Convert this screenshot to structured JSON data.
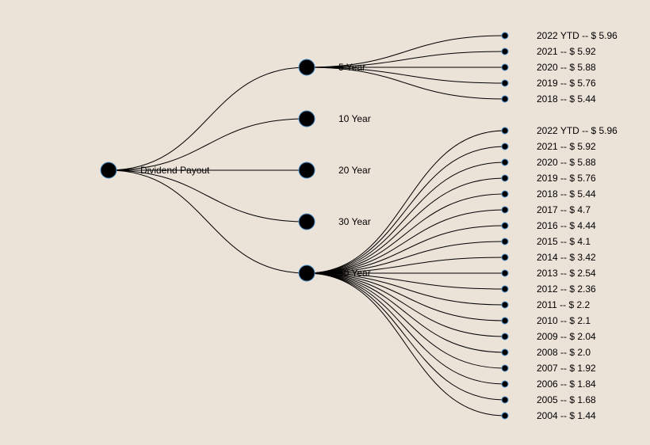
{
  "colors": {
    "background": "#ebe2d8",
    "node_fill": "#000000",
    "node_stroke": "#4a90c8",
    "link": "#000000"
  },
  "tree": {
    "name": "Dividend Payout",
    "children": [
      {
        "name": "5 Year",
        "children": [
          {
            "name": "2022 YTD -- $ 5.96"
          },
          {
            "name": "2021 -- $ 5.92"
          },
          {
            "name": "2020 -- $ 5.88"
          },
          {
            "name": "2019 -- $ 5.76"
          },
          {
            "name": "2018 -- $ 5.44"
          }
        ]
      },
      {
        "name": "10 Year",
        "children": []
      },
      {
        "name": "20 Year",
        "children": []
      },
      {
        "name": "30 Year",
        "children": []
      },
      {
        "name": "50 Year",
        "children": [
          {
            "name": "2022 YTD -- $ 5.96"
          },
          {
            "name": "2021 -- $ 5.92"
          },
          {
            "name": "2020 -- $ 5.88"
          },
          {
            "name": "2019 -- $ 5.76"
          },
          {
            "name": "2018 -- $ 5.44"
          },
          {
            "name": "2017 -- $ 4.7"
          },
          {
            "name": "2016 -- $ 4.44"
          },
          {
            "name": "2015 -- $ 4.1"
          },
          {
            "name": "2014 -- $ 3.42"
          },
          {
            "name": "2013 -- $ 2.54"
          },
          {
            "name": "2012 -- $ 2.36"
          },
          {
            "name": "2011 -- $ 2.2"
          },
          {
            "name": "2010 -- $ 2.1"
          },
          {
            "name": "2009 -- $ 2.04"
          },
          {
            "name": "2008 -- $ 2.0"
          },
          {
            "name": "2007 -- $ 1.92"
          },
          {
            "name": "2006 -- $ 1.84"
          },
          {
            "name": "2005 -- $ 1.68"
          },
          {
            "name": "2004 -- $ 1.44"
          }
        ]
      }
    ]
  }
}
